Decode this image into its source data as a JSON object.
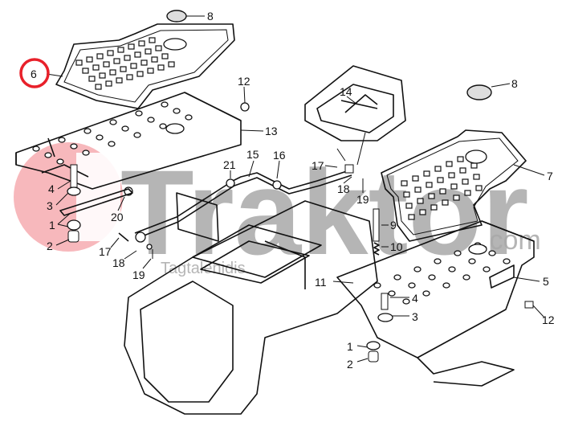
{
  "watermark": {
    "brand": "Traktor",
    "domain": ".com",
    "subtitle": "Tagtalenidis",
    "logo_color": "#f4a0a6",
    "text_color": "#a9a9a9"
  },
  "highlight": {
    "label": "6",
    "ring_color": "#e8202a"
  },
  "callouts": {
    "top_mat_cap": "8",
    "top_mat": "6",
    "bolt_left_top": "12",
    "left_plate": "13",
    "lever_housing": "14",
    "right_cap": "8",
    "right_mat": "7",
    "cable": "15",
    "clip": "16",
    "grommet": "21",
    "pin_right": "17",
    "washer_right": "18",
    "cotter_right": "19",
    "bolt_left": "4",
    "mount_left": "3",
    "bush_left": "1",
    "spacer_left": "2",
    "lever_arm": "20",
    "pin_left": "17",
    "washer_left": "18",
    "cotter_left": "19",
    "bolt_right": "9",
    "spring_right": "10",
    "screw_right": "11",
    "bolt_right_lower": "4",
    "mount_right": "3",
    "bush_right": "1",
    "spacer_right": "2",
    "bracket_right": "5",
    "bolt_right_plate": "12"
  }
}
